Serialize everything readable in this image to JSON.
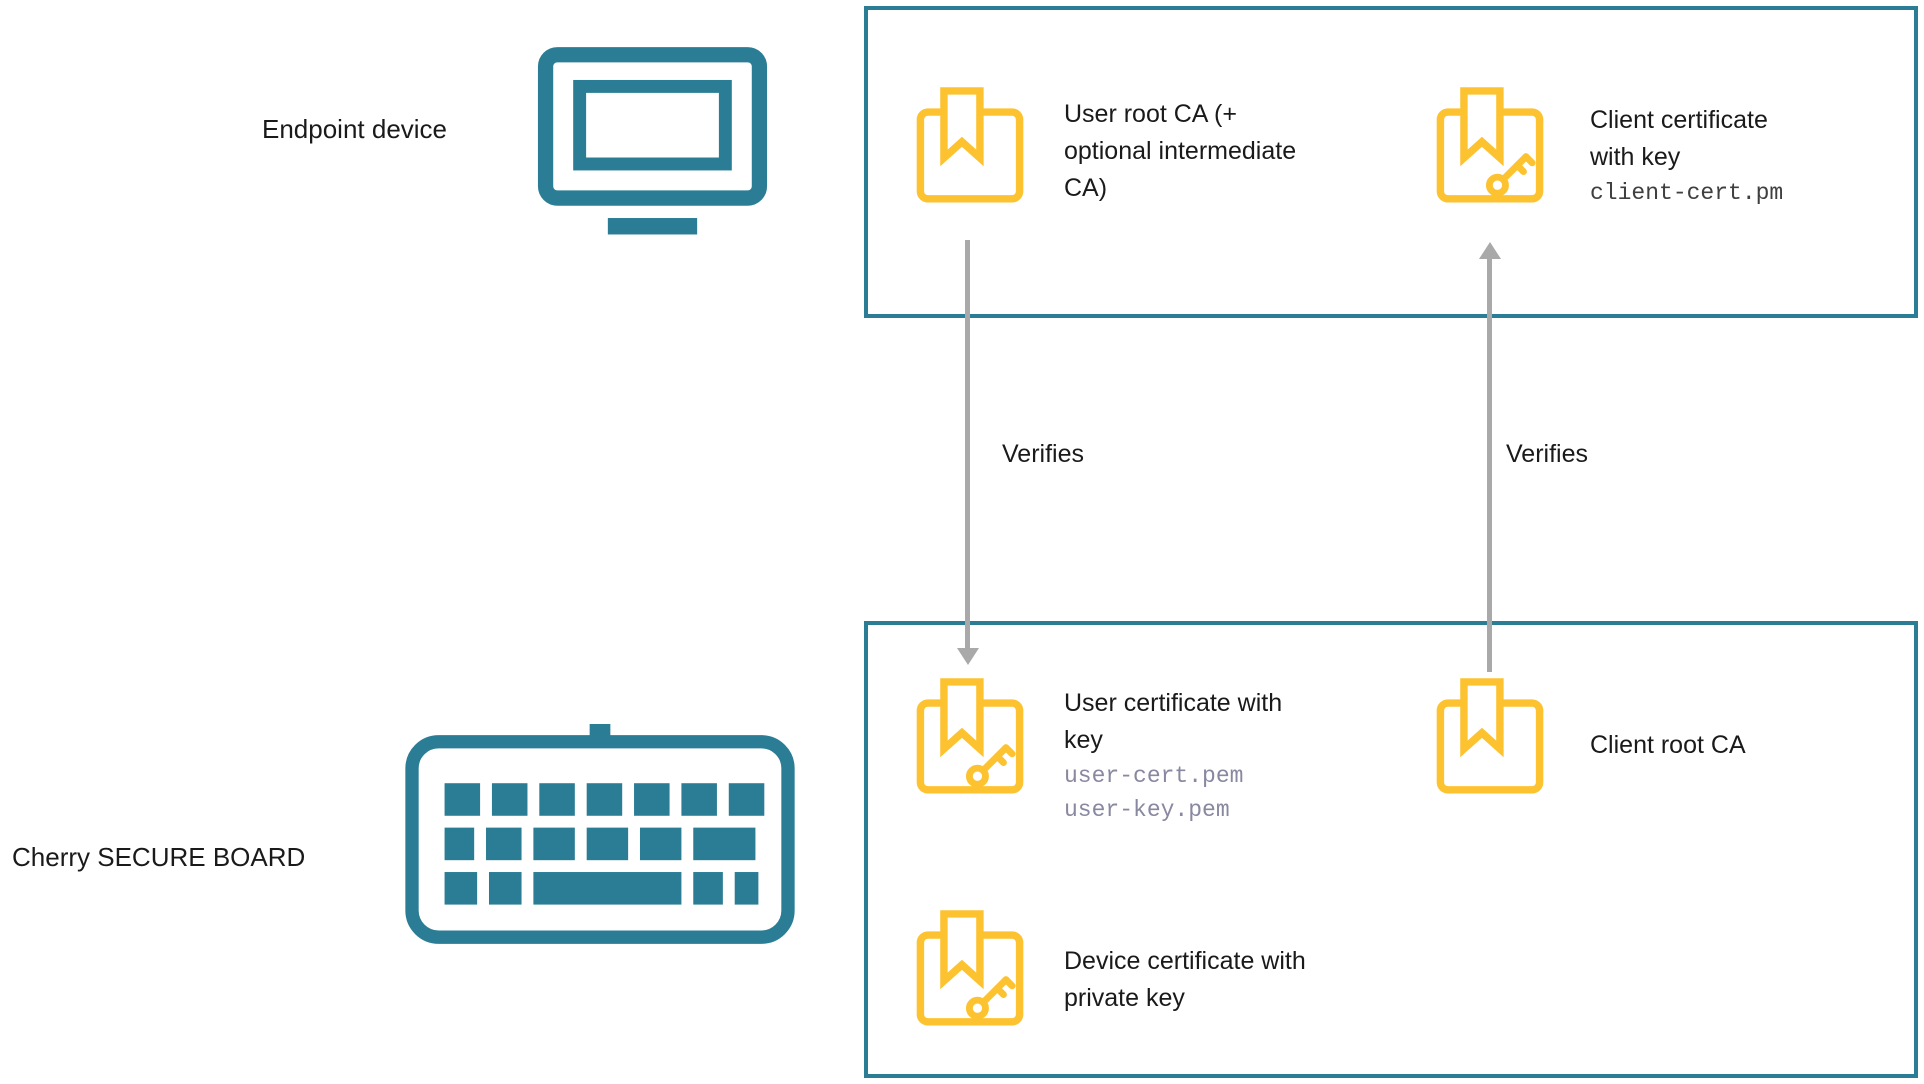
{
  "colors": {
    "teal": "#2B7D95",
    "yellow": "#FDC230",
    "arrow": "#A9A9A9",
    "text": "#1A1A1A",
    "mono_dark": "#3F3F3F",
    "mono_muted": "#8888A0"
  },
  "diagram": {
    "endpoint_label": "Endpoint device",
    "keyboard_label": "Cherry SECURE BOARD",
    "verify_label_left": "Verifies",
    "verify_label_right": "Verifies",
    "top_box": {
      "items": [
        {
          "lines": [
            "User root CA (+",
            "optional intermediate",
            "CA)"
          ],
          "mono": [],
          "has_key": false
        },
        {
          "lines": [
            "Client certificate",
            "with key"
          ],
          "mono": [
            "client-cert.pm"
          ],
          "has_key": true
        }
      ]
    },
    "bottom_box": {
      "items": [
        {
          "lines": [
            "User certificate with",
            "key"
          ],
          "mono": [
            "user-cert.pem",
            "user-key.pem"
          ],
          "has_key": true
        },
        {
          "lines": [
            "Client root CA"
          ],
          "mono": [],
          "has_key": false
        },
        {
          "lines": [
            "Device certificate with",
            "private key"
          ],
          "mono": [],
          "has_key": true
        }
      ]
    }
  }
}
